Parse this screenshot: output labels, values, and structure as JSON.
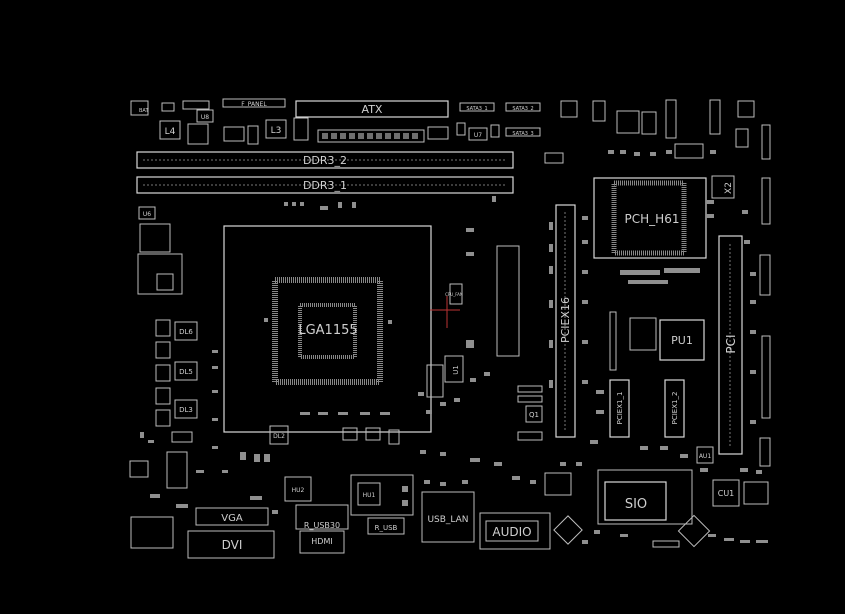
{
  "labels": {
    "atx": "ATX",
    "ddr3_2": "DDR3_2",
    "ddr3_1": "DDR3_1",
    "cpu_socket": "LGA1155",
    "pch": "PCH_H61",
    "pciex16": "PCIEX16",
    "pu1": "PU1",
    "pci": "PCI",
    "pciex1_1": "PCIEX1_1",
    "pciex1_2": "PCIEX1_2",
    "sio": "SIO",
    "vga": "VGA",
    "dvi": "DVI",
    "r_usb30": "R_USB30",
    "hdmi": "HDMI",
    "r_usb": "R_USB",
    "usb_lan": "USB_LAN",
    "audio": "AUDIO",
    "f_panel": "F_PANEL",
    "sata_1": "SATA3_1",
    "sata_2": "SATA3_2",
    "sata_3": "SATA3_3",
    "l4": "L4",
    "l3": "L3",
    "u8": "U8",
    "u6": "U6",
    "u7": "U7",
    "u1": "U1",
    "dl6": "DL6",
    "dl5": "DL5",
    "dl3": "DL3",
    "dl2": "DL2",
    "q1": "Q1",
    "x2": "X2",
    "au1": "AU1",
    "cu1": "CU1",
    "hu1": "HU1",
    "hu2": "HU2",
    "bat": "BAT",
    "cpu_fan": "CPU_FAN"
  }
}
